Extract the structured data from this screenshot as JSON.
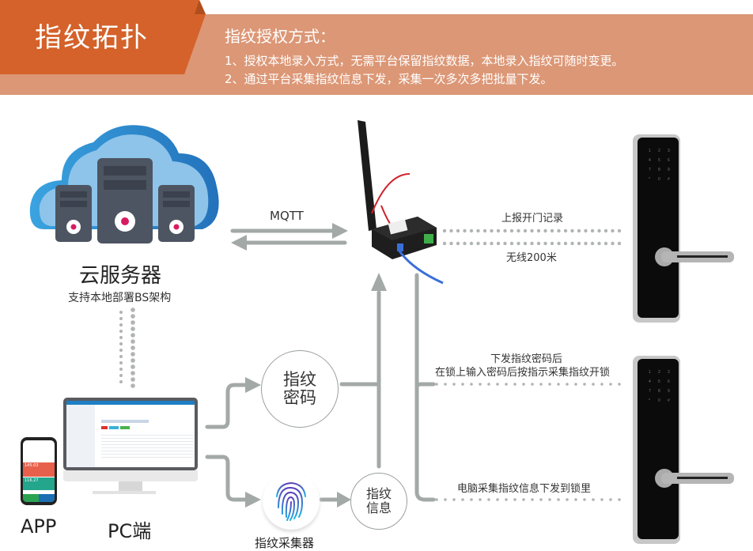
{
  "header": {
    "title": "指纹拓扑",
    "subtitle": "指纹授权方式：",
    "lines": [
      "1、授权本地录入方式，无需平台保留指纹数据，本地录入指纹可随时变更。",
      "2、通过平台采集指纹信息下发，采集一次多次多把批量下发。"
    ],
    "colors": {
      "tab": "#d4622a",
      "band": "#dc9776"
    }
  },
  "cloud": {
    "title": "云服务器",
    "subtitle": "支持本地部署BS架构"
  },
  "gateway": {
    "mqtt_label": "MQTT"
  },
  "links": {
    "report": "上报开门记录",
    "wireless": "无线200米",
    "send_pw_line1": "下发指纹密码后",
    "send_pw_line2": "在锁上输入密码后按指示采集指纹开锁",
    "pc_send": "电脑采集指纹信息下发到锁里"
  },
  "nodes": {
    "fp_password": [
      "指纹",
      "密码"
    ],
    "fp_info": [
      "指纹",
      "信息"
    ],
    "collector": "指纹采集器",
    "app": "APP",
    "pc": "PC端"
  },
  "phone_screen": {
    "value1": "145.03",
    "value2": "116.27"
  },
  "lock_keypad": [
    "1",
    "2",
    "3",
    "4",
    "5",
    "6",
    "7",
    "8",
    "9",
    "*",
    "0",
    "#"
  ],
  "colors": {
    "line": "#a3a9a7",
    "dot": "#b0b4b2"
  }
}
